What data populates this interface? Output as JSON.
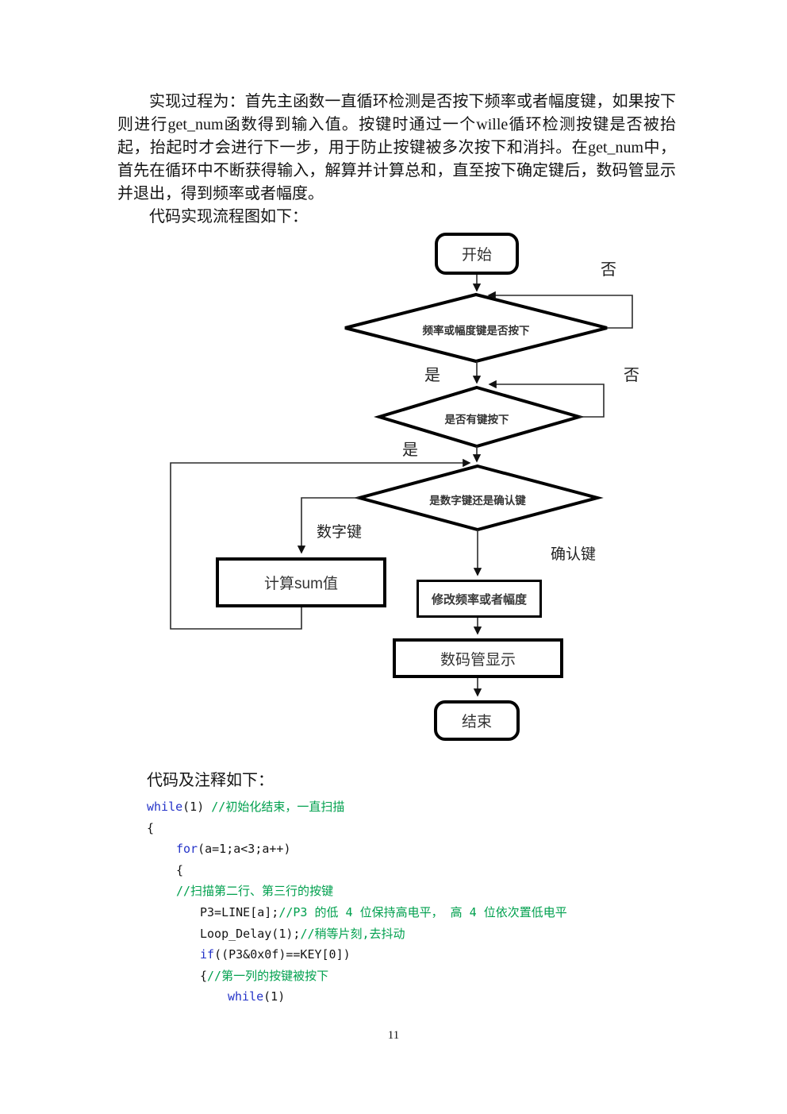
{
  "intro": {
    "paragraph": "实现过程为：首先主函数一直循环检测是否按下频率或者幅度键，如果按下则进行get_num函数得到输入值。按键时通过一个wille循环检测按键是否被抬起，抬起时才会进行下一步，用于防止按键被多次按下和消抖。在get_num中，首先在循环中不断获得输入，解算并计算总和，直至按下确定键后，数码管显示并退出，得到频率或者幅度。",
    "flow_caption": "代码实现流程图如下："
  },
  "flowchart": {
    "nodes": {
      "start": "开始",
      "decision1": "频率或幅度键是否按下",
      "decision2": "是否有键按下",
      "decision3": "是数字键还是确认键",
      "calc_sum": "计算sum值",
      "modify": "修改频率或者幅度",
      "display": "数码管显示",
      "end": "结束"
    },
    "edge_labels": {
      "no1": "否",
      "no2": "否",
      "yes1": "是",
      "yes2": "是",
      "digit_key": "数字键",
      "confirm_key": "确认键"
    }
  },
  "code": {
    "heading": "代码及注释如下：",
    "colors": {
      "keyword": "#2433C8",
      "comment": "#00A04E",
      "plain": "#141414"
    },
    "lines": [
      {
        "indent": 0,
        "tokens": [
          {
            "type": "kw",
            "text": "while"
          },
          {
            "type": "plain",
            "text": "(1) "
          },
          {
            "type": "comment",
            "text": "//初始化结束，一直扫描"
          }
        ]
      },
      {
        "indent": 0,
        "tokens": [
          {
            "type": "plain",
            "text": "{"
          }
        ]
      },
      {
        "indent": 1,
        "tokens": [
          {
            "type": "kw",
            "text": "for"
          },
          {
            "type": "plain",
            "text": "(a=1;a<3;a++)"
          }
        ]
      },
      {
        "indent": 1,
        "tokens": [
          {
            "type": "plain",
            "text": "{"
          }
        ]
      },
      {
        "indent": 1,
        "tokens": [
          {
            "type": "comment",
            "text": "//扫描第二行、第三行的按键"
          }
        ]
      },
      {
        "indent": 2,
        "tokens": [
          {
            "type": "plain",
            "text": "P3=LINE[a];"
          },
          {
            "type": "comment",
            "text": "//P3 的低 4 位保持高电平， 高 4 位依次置低电平"
          }
        ]
      },
      {
        "indent": 2,
        "tokens": [
          {
            "type": "plain",
            "text": "Loop_Delay(1);"
          },
          {
            "type": "comment",
            "text": "//稍等片刻,去抖动"
          }
        ]
      },
      {
        "indent": 2,
        "tokens": [
          {
            "type": "kw",
            "text": "if"
          },
          {
            "type": "plain",
            "text": "((P3&0x0f)==KEY[0])"
          }
        ]
      },
      {
        "indent": 2,
        "tokens": [
          {
            "type": "plain",
            "text": "{"
          },
          {
            "type": "comment",
            "text": "//第一列的按键被按下"
          }
        ]
      },
      {
        "indent": 3,
        "tokens": [
          {
            "type": "kw",
            "text": "while"
          },
          {
            "type": "plain",
            "text": "(1)"
          }
        ]
      }
    ]
  },
  "page": {
    "number": "11"
  }
}
